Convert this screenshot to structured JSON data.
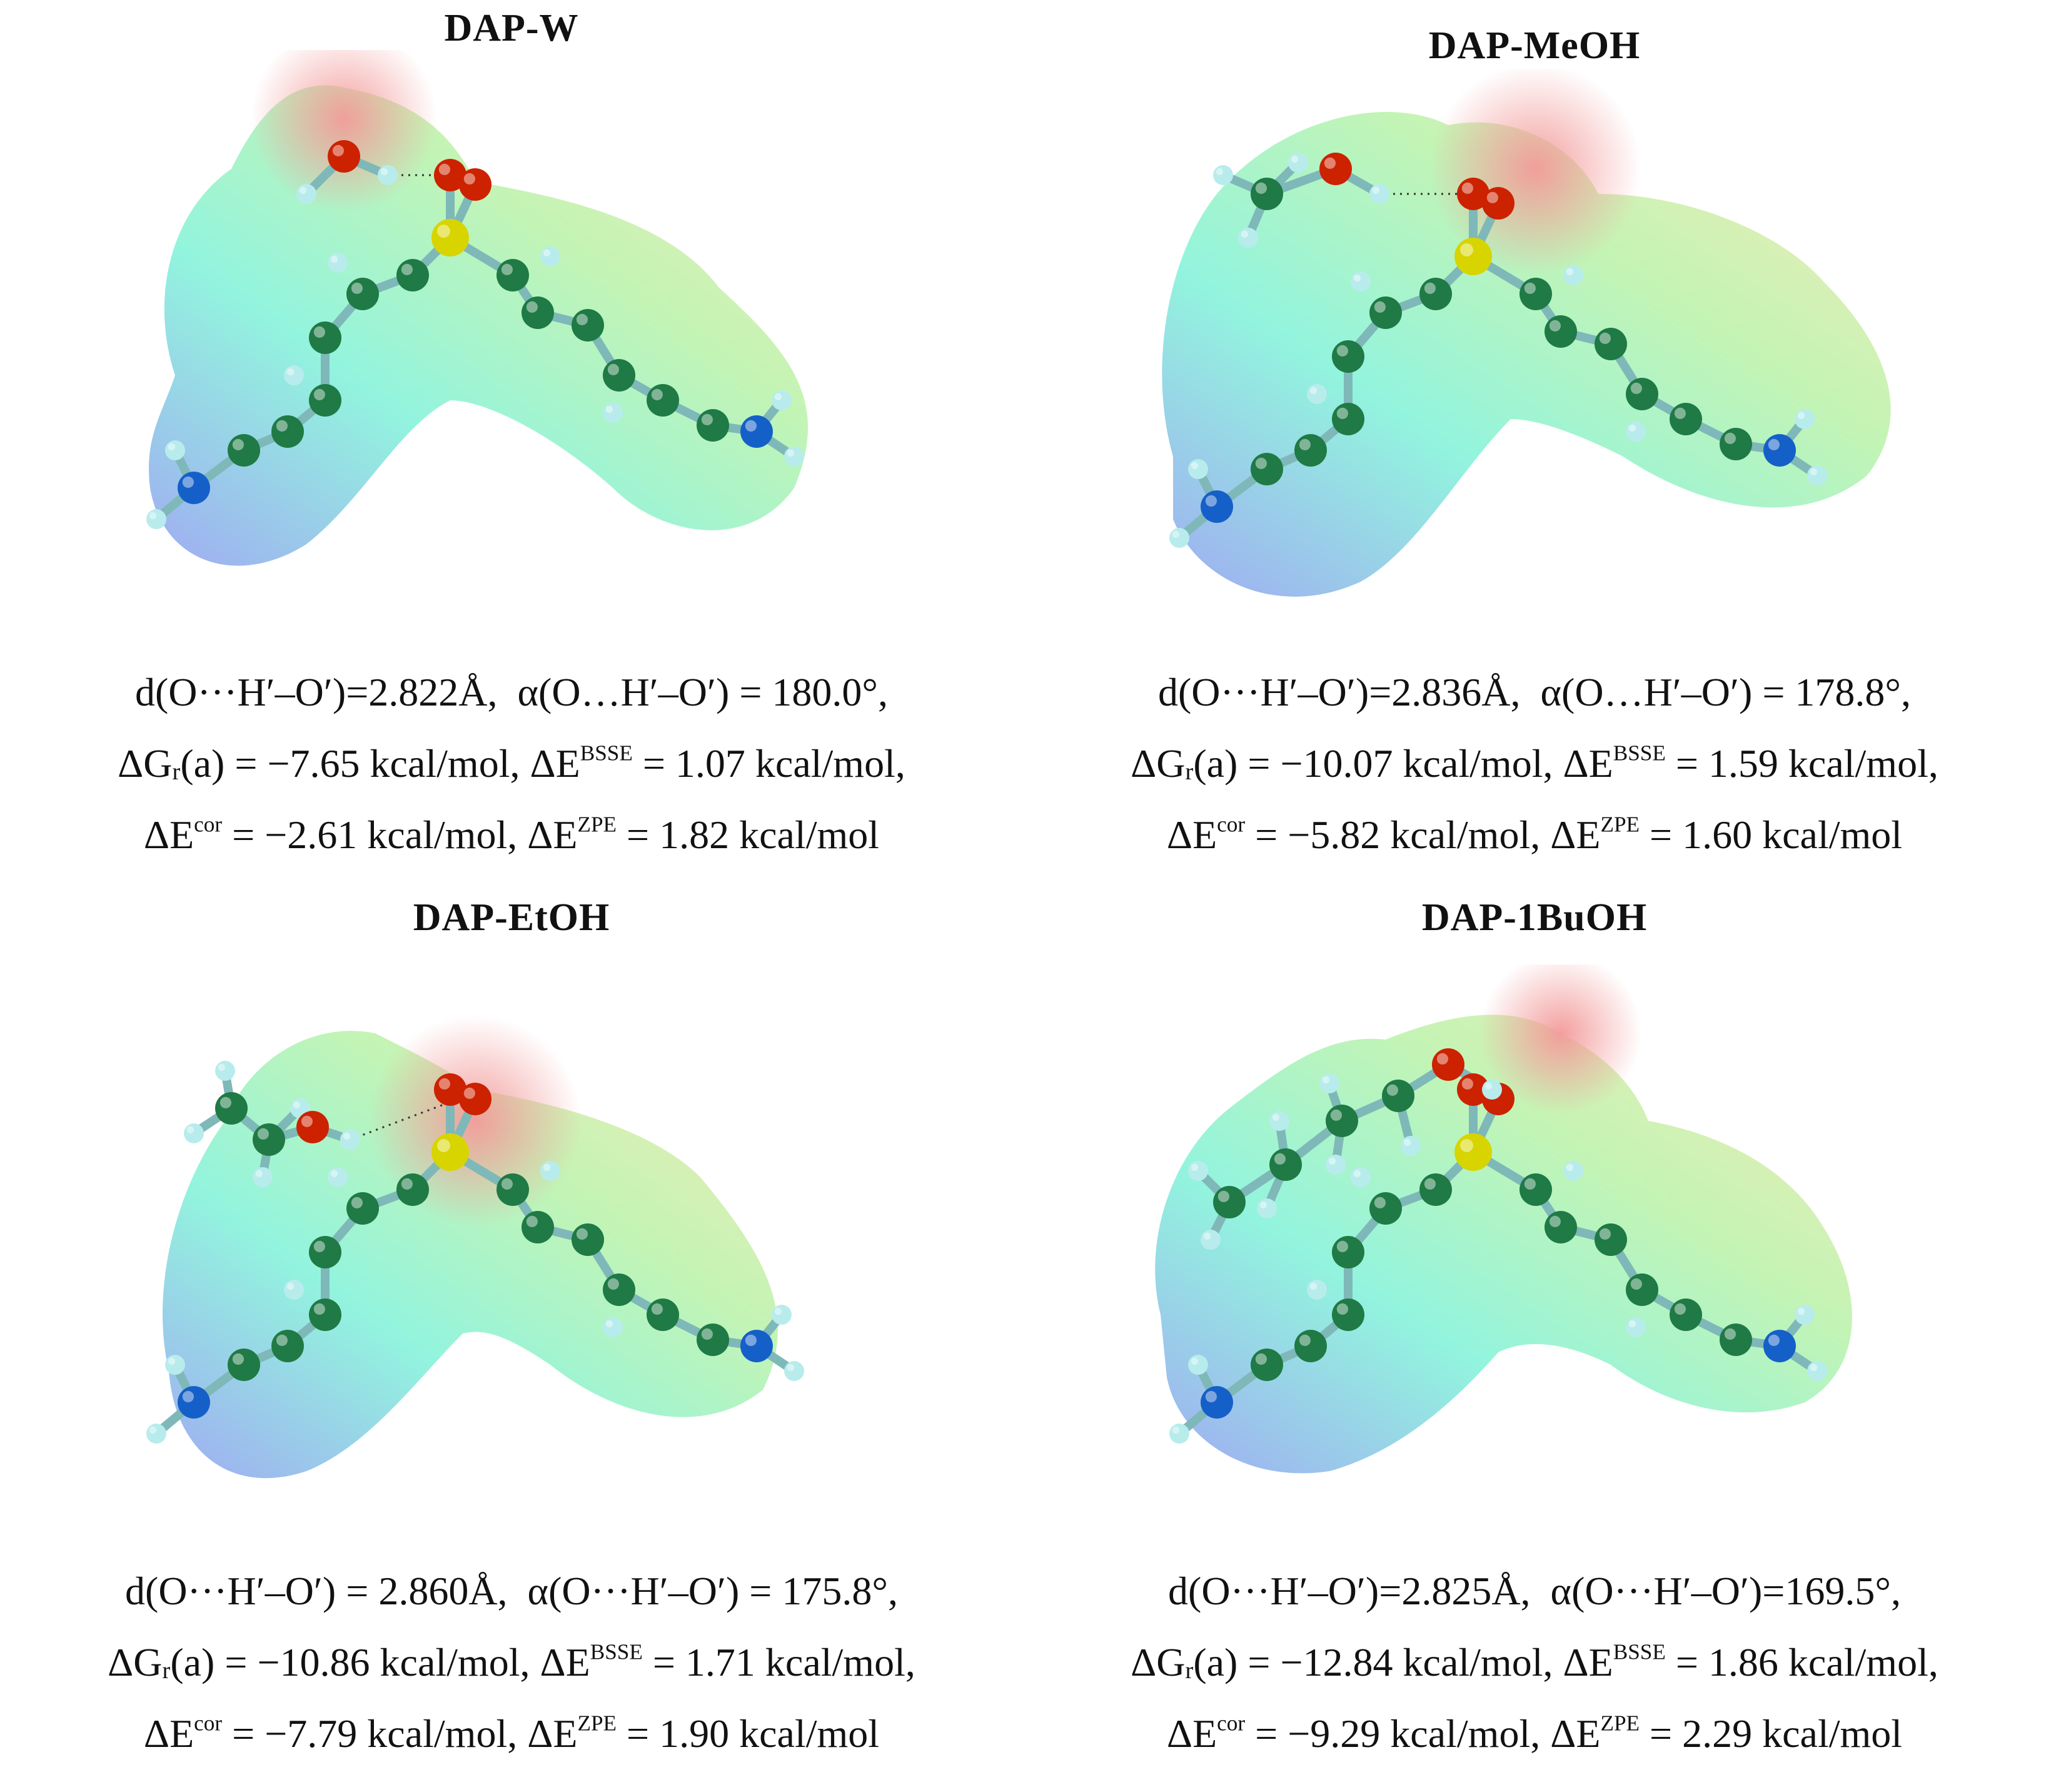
{
  "panels": [
    {
      "title": "DAP-W",
      "d_label": "d(O···H′–O′)=2.822Å,",
      "alpha_label": "α(O…H′–O′) = 180.0°,",
      "dG_value": "= −7.65 kcal/mol,",
      "bsse_value": "= 1.07 kcal/mol,",
      "cor_value": "= −2.61 kcal/mol,",
      "zpe_value": "= 1.82 kcal/mol",
      "solvent": "water"
    },
    {
      "title": "DAP-MeOH",
      "d_label": "d(O···H′–O′)=2.836Å,",
      "alpha_label": "α(O…H′–O′) = 178.8°,",
      "dG_value": "= −10.07 kcal/mol,",
      "bsse_value": "= 1.59 kcal/mol,",
      "cor_value": "= −5.82 kcal/mol,",
      "zpe_value": "= 1.60 kcal/mol",
      "solvent": "methanol"
    },
    {
      "title": "DAP-EtOH",
      "d_label": "d(O···H′–O′) = 2.860Å,",
      "alpha_label": "α(O···H′–O′) = 175.8°,",
      "dG_value": "= −10.86 kcal/mol,",
      "bsse_value": "= 1.71 kcal/mol,",
      "cor_value": "= −7.79 kcal/mol,",
      "zpe_value": "= 1.90 kcal/mol",
      "solvent": "ethanol"
    },
    {
      "title": "DAP-1BuOH",
      "d_label": "d(O···H′–O′)=2.825Å,",
      "alpha_label": "α(O···H′–O′)=169.5°,",
      "dG_value": "= −12.84 kcal/mol,",
      "bsse_value": "= 1.86 kcal/mol,",
      "cor_value": "= −9.29 kcal/mol,",
      "zpe_value": "= 2.29 kcal/mol",
      "solvent": "1-butanol"
    }
  ],
  "symbols": {
    "delta_g": "ΔG",
    "delta_g_sub": "r",
    "delta_g_arg": "(a)",
    "delta_e": "ΔE",
    "bsse_sup": "BSSE",
    "cor_sup": "cor",
    "zpe_sup": "ZPE"
  },
  "colors": {
    "carbon": "#1f7a45",
    "hydrogen": "#b8ecec",
    "oxygen": "#cc2200",
    "sulfur": "#d8d400",
    "nitrogen": "#1560c8",
    "surface_positive": "#8f9cf0",
    "surface_neutral": "#7ff2d8",
    "surface_negative": "#f39a9a"
  }
}
